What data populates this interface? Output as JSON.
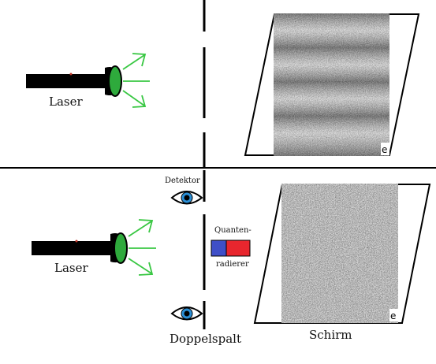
{
  "top": {
    "laser_label": "Laser"
  },
  "bottom": {
    "laser_label": "Laser",
    "detector_label": "Detektor",
    "eraser_label_line1": "Quanten-",
    "eraser_label_line2": "radierer",
    "slit_label": "Doppelspalt",
    "screen_label": "Schirm"
  },
  "colors": {
    "laser_body": "#000000",
    "lens_green": "#2eaa3c",
    "ray_green": "#38c742",
    "eraser_blue": "#3f4fc8",
    "eraser_red": "#e8262e",
    "eye_iris": "#2b8fd6",
    "divider": "#000000"
  }
}
